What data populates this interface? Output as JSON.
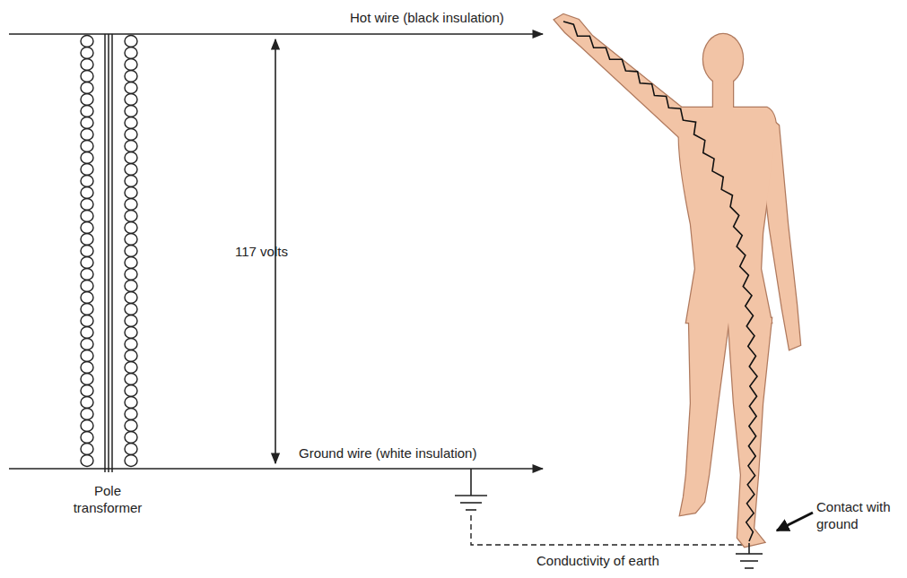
{
  "diagram": {
    "labels": [
      "Hot wire (black insulation)",
      "117 volts",
      "Ground wire (white insulation)",
      "Pole transformer",
      "Contact with ground",
      "Conductivity of earth"
    ]
  }
}
